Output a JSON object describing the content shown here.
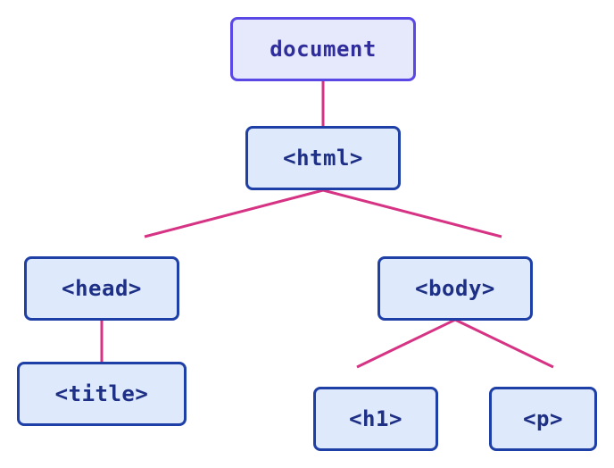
{
  "colors": {
    "edge": "#d63384",
    "node_border": "#1e3fa6",
    "node_fill": "#deeafc",
    "node_text": "#1e2f86",
    "root_border": "#5a48e6",
    "root_fill": "#e6e8fb",
    "root_text": "#2f2c9c"
  },
  "nodes": {
    "document": "document",
    "html": "<html>",
    "head": "<head>",
    "body": "<body>",
    "title": "<title>",
    "h1": "<h1>",
    "p": "<p>"
  }
}
